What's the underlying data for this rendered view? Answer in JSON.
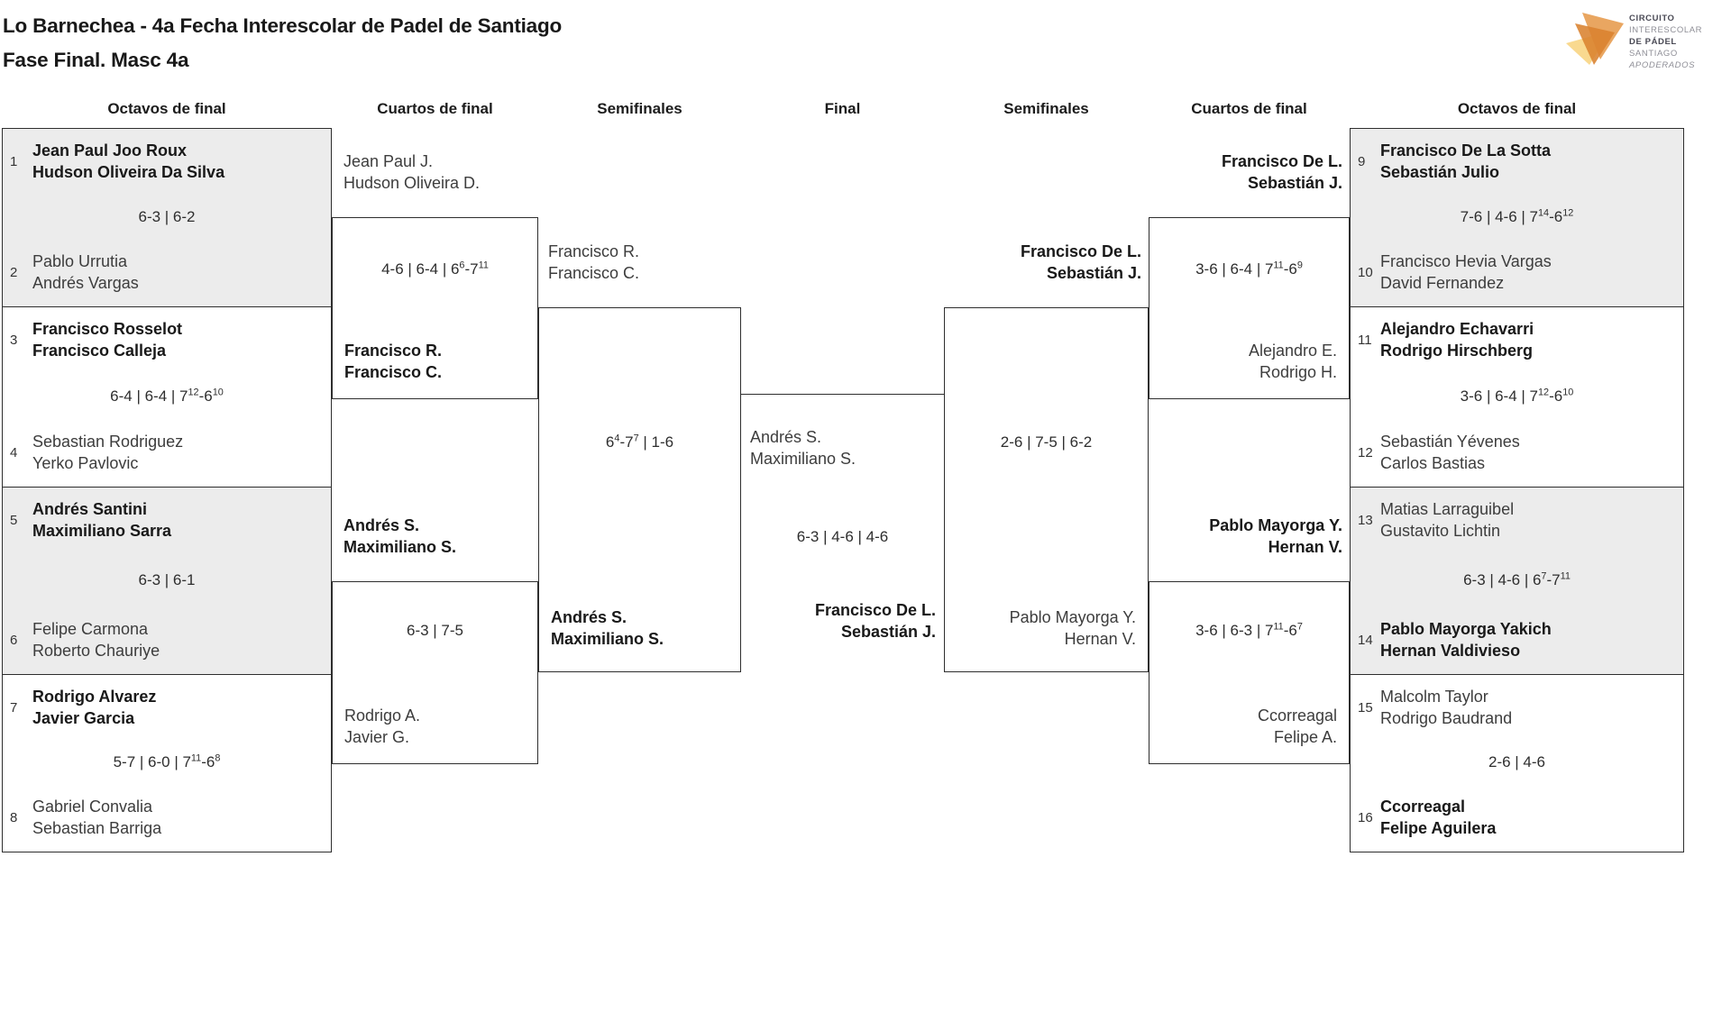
{
  "title": {
    "line1": "Lo Barnechea - 4a Fecha Interescolar de Padel de Santiago",
    "line2": "Fase Final. Masc 4a"
  },
  "logo": {
    "line1": "CIRCUITO",
    "line2": "INTERESCOLAR",
    "line3": "DE PÁDEL",
    "line4": "SANTIAGO",
    "line5": "APODERADOS"
  },
  "rounds": [
    "Octavos de final",
    "Cuartos de final",
    "Semifinales",
    "Final",
    "Semifinales",
    "Cuartos de final",
    "Octavos de final"
  ],
  "colors": {
    "accent_gray_fill": "#ececec",
    "line": "#2e2e2e",
    "logo_orange": "#e09a52",
    "logo_yellow": "#f9d98f"
  },
  "r16_left": [
    {
      "seed_top": "1",
      "team_top": [
        "Jean Paul Joo Roux",
        "Hudson Oliveira Da Silva"
      ],
      "score": "6-3 | 6-2",
      "seed_bot": "2",
      "team_bot": [
        "Pablo Urrutia",
        "Andrés Vargas"
      ],
      "winner": "top"
    },
    {
      "seed_top": "3",
      "team_top": [
        "Francisco Rosselot",
        "Francisco Calleja"
      ],
      "score": "6-4 | 6-4 | 7¹²-6¹⁰",
      "seed_bot": "4",
      "team_bot": [
        "Sebastian Rodriguez",
        "Yerko Pavlovic"
      ],
      "winner": "top"
    },
    {
      "seed_top": "5",
      "team_top": [
        "Andrés Santini",
        "Maximiliano Sarra"
      ],
      "score": "6-3 | 6-1",
      "seed_bot": "6",
      "team_bot": [
        "Felipe Carmona",
        "Roberto Chauriye"
      ],
      "winner": "top"
    },
    {
      "seed_top": "7",
      "team_top": [
        "Rodrigo Alvarez",
        "Javier Garcia"
      ],
      "score": "5-7 | 6-0 | 7¹¹-6⁸",
      "seed_bot": "8",
      "team_bot": [
        "Gabriel Convalia",
        "Sebastian Barriga"
      ],
      "winner": "top"
    }
  ],
  "qf_left": [
    {
      "team_top": [
        "Jean Paul J.",
        "Hudson Oliveira D."
      ],
      "score": "4-6 | 6-4 | 6⁶-7¹¹",
      "team_bot": [
        "Francisco R.",
        "Francisco C."
      ],
      "winner": "bottom"
    },
    {
      "team_top": [
        "Andrés S.",
        "Maximiliano S."
      ],
      "score": "6-3 | 7-5",
      "team_bot": [
        "Rodrigo A.",
        "Javier G."
      ],
      "winner": "top"
    }
  ],
  "sf_left": {
    "team_top": [
      "Francisco R.",
      "Francisco C."
    ],
    "score": "6⁴-7⁷ | 1-6",
    "team_bot": [
      "Andrés S.",
      "Maximiliano S."
    ],
    "winner": "bottom"
  },
  "final": {
    "team_top": [
      "Andrés S.",
      "Maximiliano S."
    ],
    "score": "6-3 | 4-6 | 4-6",
    "team_bot": [
      "Francisco De L.",
      "Sebastián J."
    ],
    "winner": "bottom"
  },
  "sf_right": {
    "team_top": [
      "Francisco De L.",
      "Sebastián J."
    ],
    "score": "2-6 | 7-5 | 6-2",
    "team_bot": [
      "Pablo Mayorga Y.",
      "Hernan V."
    ],
    "winner": "top"
  },
  "qf_right": [
    {
      "team_top": [
        "Francisco De L.",
        "Sebastián J."
      ],
      "score": "3-6 | 6-4 | 7¹¹-6⁹",
      "team_bot": [
        "Alejandro E.",
        "Rodrigo H."
      ],
      "winner": "top"
    },
    {
      "team_top": [
        "Pablo Mayorga Y.",
        "Hernan V."
      ],
      "score": "3-6 | 6-3 | 7¹¹-6⁷",
      "team_bot": [
        "Ccorreagal",
        "Felipe A."
      ],
      "winner": "top"
    }
  ],
  "r16_right": [
    {
      "seed_top": "9",
      "team_top": [
        "Francisco De La Sotta",
        "Sebastián Julio"
      ],
      "score": "7-6 | 4-6 | 7¹⁴-6¹²",
      "seed_bot": "10",
      "team_bot": [
        "Francisco Hevia Vargas",
        "David Fernandez"
      ],
      "winner": "top"
    },
    {
      "seed_top": "11",
      "team_top": [
        "Alejandro Echavarri",
        "Rodrigo Hirschberg"
      ],
      "score": "3-6 | 6-4 | 7¹²-6¹⁰",
      "seed_bot": "12",
      "team_bot": [
        "Sebastián Yévenes",
        "Carlos Bastias"
      ],
      "winner": "top"
    },
    {
      "seed_top": "13",
      "team_top": [
        "Matias Larraguibel",
        "Gustavito Lichtin"
      ],
      "score": "6-3 | 4-6 | 6⁷-7¹¹",
      "seed_bot": "14",
      "team_bot": [
        "Pablo Mayorga Yakich",
        "Hernan Valdivieso"
      ],
      "winner": "bottom"
    },
    {
      "seed_top": "15",
      "team_top": [
        "Malcolm Taylor",
        "Rodrigo Baudrand"
      ],
      "score": "2-6 | 4-6",
      "seed_bot": "16",
      "team_bot": [
        "Ccorreagal",
        "Felipe Aguilera"
      ],
      "winner": "bottom"
    }
  ]
}
